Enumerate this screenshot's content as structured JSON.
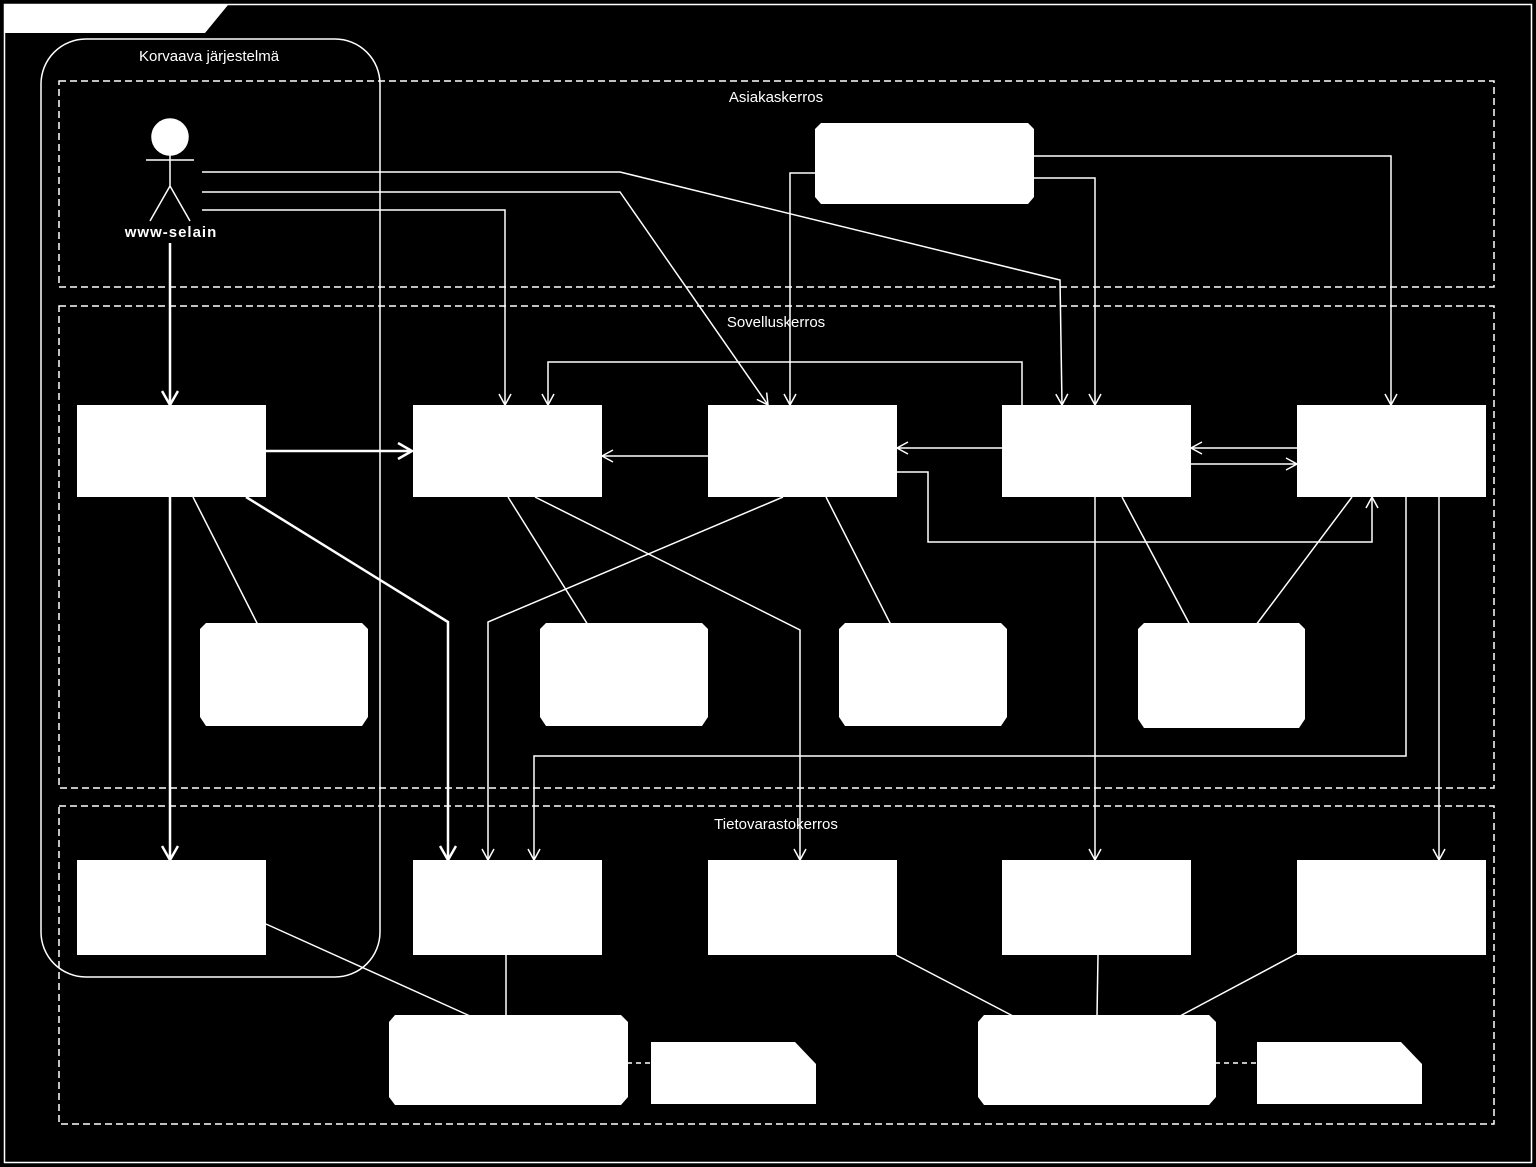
{
  "diagram": {
    "system_boundary_label": "Korvaava järjestelmä",
    "layers": {
      "client": "Asiakaskerros",
      "application": "Sovelluskerros",
      "data": "Tietovarastokerros"
    },
    "actor": {
      "label": "www-selain",
      "icon": "stick-figure-icon"
    },
    "colors": {
      "background": "#000000",
      "foreground": "#ffffff"
    }
  }
}
